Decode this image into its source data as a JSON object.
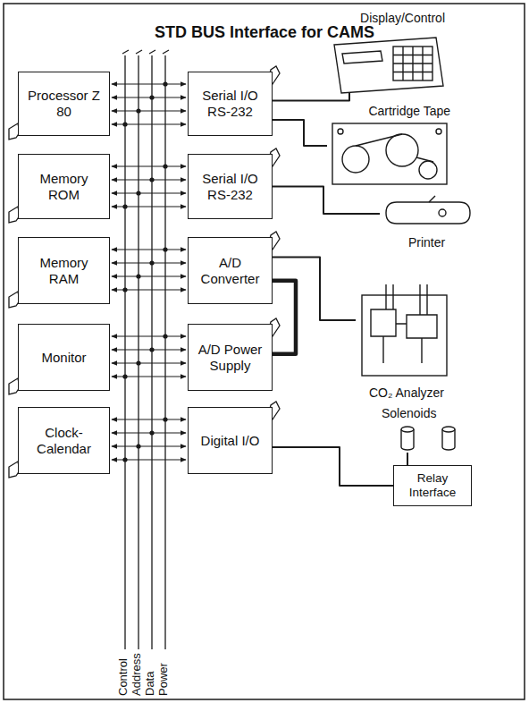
{
  "diagram": {
    "title": "STD BUS Interface for CAMS",
    "nodes": [
      {
        "text": [
          "Processor Z 80"
        ]
      },
      {
        "text": [
          "Memory ROM"
        ]
      },
      {
        "text": [
          "Memory RAM"
        ]
      },
      {
        "text": [
          "Monitor"
        ]
      },
      {
        "text": [
          "Clock-Calendar"
        ]
      },
      {
        "text": [
          "Serial I/O RS-232"
        ]
      },
      {
        "text": [
          "Serial I/O RS-232"
        ]
      },
      {
        "text": [
          "A/D Converter"
        ]
      },
      {
        "text": [
          "A/D Power Supply"
        ]
      },
      {
        "text": [
          "Digital I/O"
        ]
      },
      {
        "text": [
          "Display/Control"
        ]
      },
      {
        "text": [
          "Cartridge Tape"
        ]
      },
      {
        "text": [
          "Printer"
        ]
      },
      {
        "text": [
          "CO₂ Analyzer"
        ]
      },
      {
        "text": [
          "Solenoids"
        ]
      },
      {
        "text": [
          "Relay Interface"
        ]
      }
    ],
    "edges": [
      {
        "from": 5,
        "to": 10,
        "arrow": "none"
      },
      {
        "from": 5,
        "to": 11,
        "arrow": "none"
      },
      {
        "from": 6,
        "to": 12,
        "arrow": "none"
      },
      {
        "from": 7,
        "to": 13,
        "arrow": "none"
      },
      {
        "from": 7,
        "to": 8,
        "arrow": "none"
      },
      {
        "from": 9,
        "to": 15,
        "arrow": "none"
      },
      {
        "from": 15,
        "to": 14,
        "arrow": "none"
      }
    ],
    "labels": [
      "Control",
      "Address",
      "Data",
      "Power"
    ]
  }
}
